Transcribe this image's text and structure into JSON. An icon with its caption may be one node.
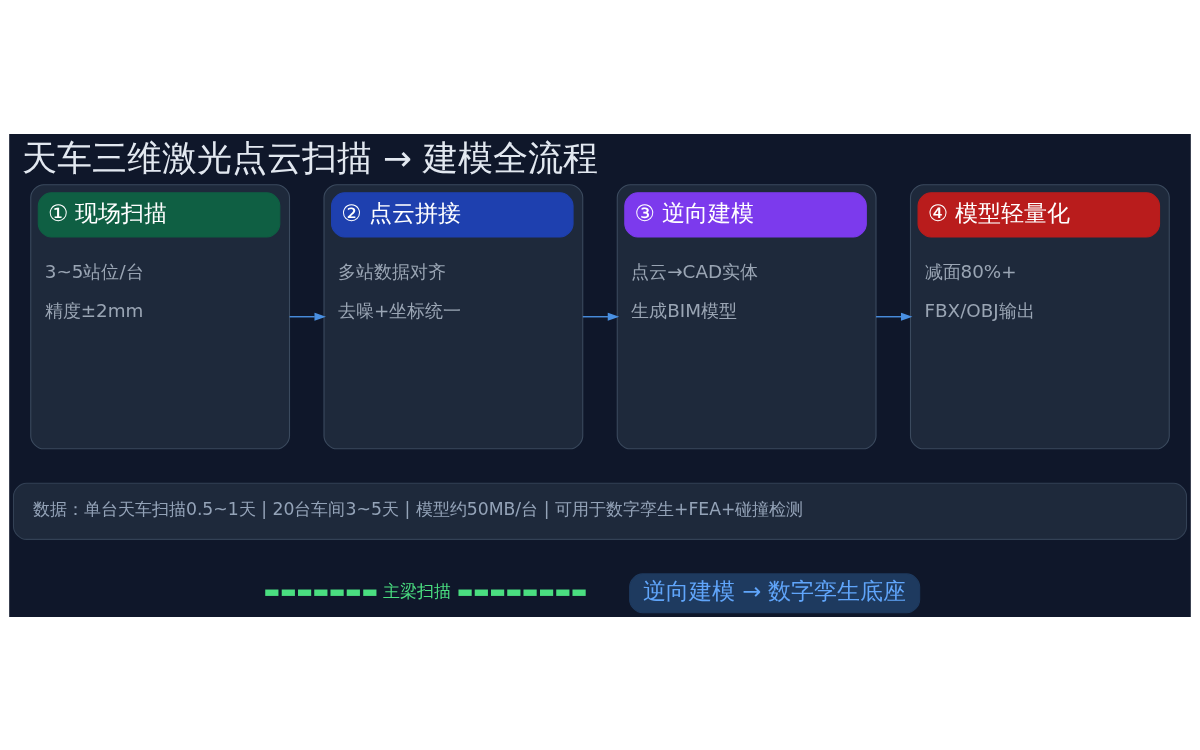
{
  "diagram": {
    "title": "天车三维激光点云扫描 → 建模全流程",
    "nodes": [
      {
        "text": [
          "① 现场扫描",
          "3~5站位/台",
          "精度±2mm"
        ]
      },
      {
        "text": [
          "② 点云拼接",
          "多站数据对齐",
          "去噪+坐标统一"
        ]
      },
      {
        "text": [
          "③ 逆向建模",
          "点云→CAD实体",
          "生成BIM模型"
        ]
      },
      {
        "text": [
          "④ 模型轻量化",
          "减面80%+",
          "FBX/OBJ输出"
        ]
      },
      {
        "text": [
          "数据：单台天车扫描0.5~1天 | 20台车间3~5天 | 模型约50MB/台 | 可用于数字孪生+FEA+碰撞检测"
        ]
      },
      {
        "text": [
          "逆向建模 → 数字孪生底座"
        ]
      }
    ],
    "edges": [
      {
        "from": 0,
        "to": 1,
        "arrow": "to"
      },
      {
        "from": 1,
        "to": 2,
        "arrow": "to"
      },
      {
        "from": 2,
        "to": 3,
        "arrow": "to"
      }
    ],
    "labels": [
      "▬▬▬▬▬▬▬ 主梁扫描 ▬▬▬▬▬▬▬▬"
    ]
  }
}
